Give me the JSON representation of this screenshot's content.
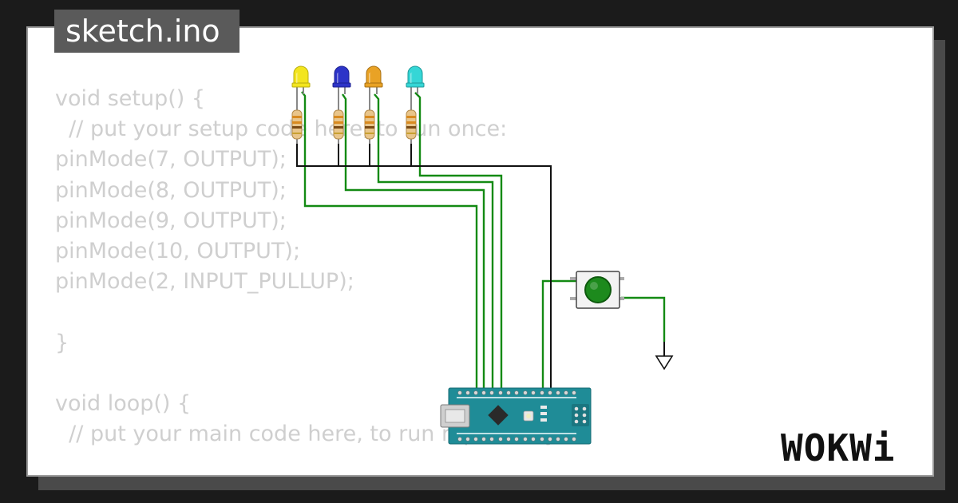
{
  "file_tab": {
    "label": "sketch.ino"
  },
  "code_lines": [
    "void setup() {",
    "  // put your setup code here, to run once:",
    "pinMode(7, OUTPUT);",
    "pinMode(8, OUTPUT);",
    "pinMode(9, OUTPUT);",
    "pinMode(10, OUTPUT);",
    "pinMode(2, INPUT_PULLUP);",
    "",
    "}",
    "",
    "void loop() {",
    "  // put your main code here, to run repeatedly:"
  ],
  "leds": [
    {
      "color_name": "yellow",
      "color": "#f3e51e"
    },
    {
      "color_name": "blue",
      "color": "#2d34c8"
    },
    {
      "color_name": "orange",
      "color": "#e9a225"
    },
    {
      "color_name": "cyan",
      "color": "#35d6d6"
    }
  ],
  "wire_colors": {
    "signal": "#138a13",
    "ground": "#111111"
  },
  "board": {
    "name": "Arduino Nano",
    "color": "#1f8c97"
  },
  "button": {
    "cap_color": "#1d8a1d"
  },
  "brand": {
    "logo": "WOKWi"
  }
}
